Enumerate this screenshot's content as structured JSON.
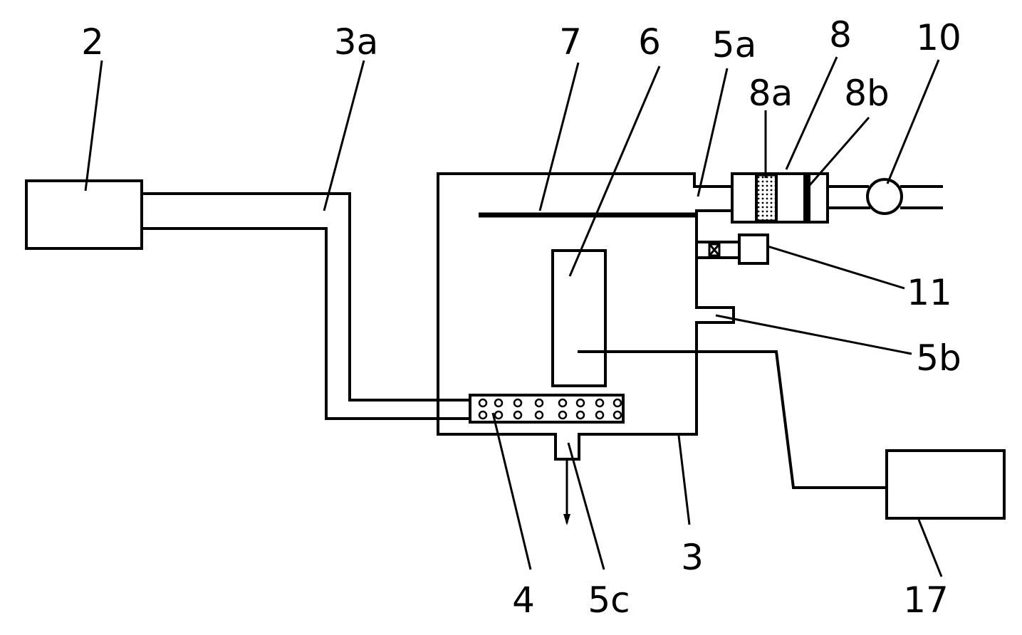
{
  "labels": {
    "l2": "2",
    "l3a": "3a",
    "l7": "7",
    "l6": "6",
    "l5a": "5a",
    "l8": "8",
    "l10": "10",
    "l8a": "8a",
    "l8b": "8b",
    "l11": "11",
    "l5b": "5b",
    "l4": "4",
    "l5c": "5c",
    "l3": "3",
    "l17": "17"
  },
  "colors": {
    "stroke": "#000000",
    "background": "#ffffff"
  }
}
